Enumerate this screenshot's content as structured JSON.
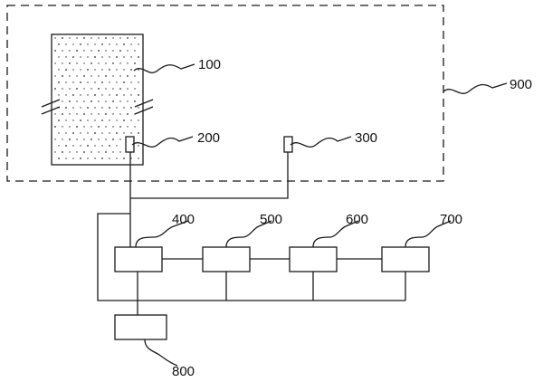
{
  "labels": {
    "l100": "100",
    "l200": "200",
    "l300": "300",
    "l400": "400",
    "l500": "500",
    "l600": "600",
    "l700": "700",
    "l800": "800",
    "l900": "900"
  },
  "colors": {
    "line": "#1a1a1a",
    "background": "#ffffff"
  }
}
